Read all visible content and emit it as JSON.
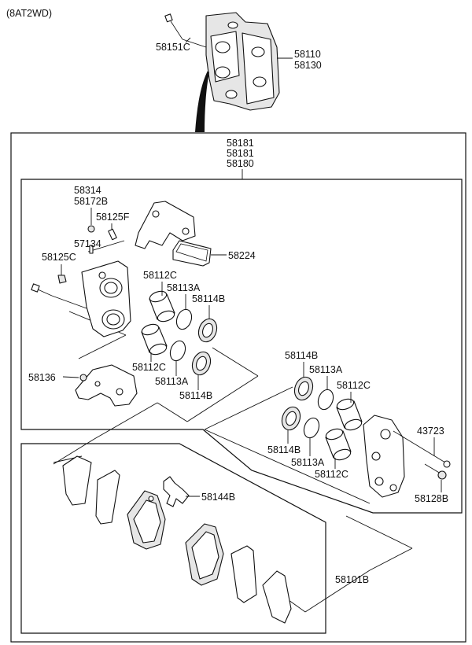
{
  "variant": "(8AT2WD)",
  "labels": {
    "bolt_upper": "58151C",
    "caliper_top_1": "58110",
    "caliper_top_2": "58130",
    "assy_1": "58181",
    "assy_2": "58181",
    "assy_3": "58180",
    "p58314": "58314",
    "p58172B": "58172B",
    "p58125F": "58125F",
    "p57134": "57134",
    "p58125C": "58125C",
    "p58224": "58224",
    "left_58112C_a": "58112C",
    "left_58113A_a": "58113A",
    "left_58114B_a": "58114B",
    "left_58112C_b": "58112C",
    "left_58113A_b": "58113A",
    "left_58114B_b": "58114B",
    "p58136": "58136",
    "right_58114B_a": "58114B",
    "right_58113A_a": "58113A",
    "right_58112C_a": "58112C",
    "right_58114B_b": "58114B",
    "right_58113A_b": "58113A",
    "right_58112C_b": "58112C",
    "p43723": "43723",
    "p58128B": "58128B",
    "p58144B": "58144B",
    "p58101B": "58101B"
  }
}
